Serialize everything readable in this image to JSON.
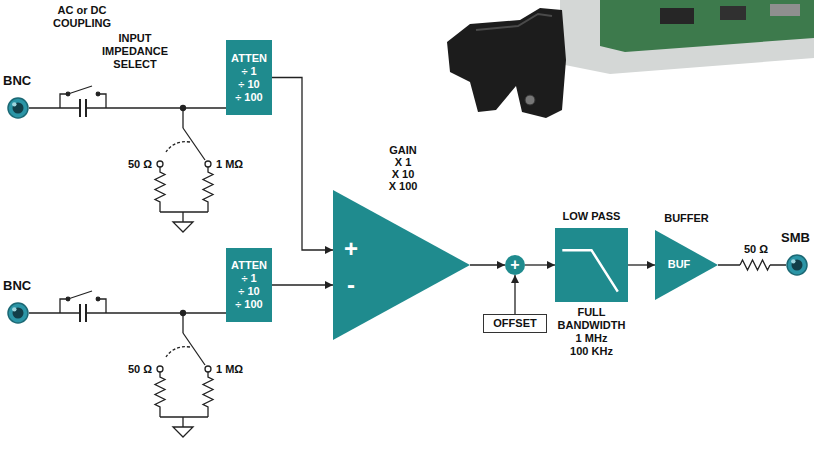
{
  "diagram": {
    "nodes": [
      {
        "text": [
          "BNC"
        ]
      },
      {
        "text": [
          "ATTEN",
          "÷ 1",
          "÷ 10",
          "÷ 100"
        ]
      },
      {
        "text": [
          "BNC"
        ]
      },
      {
        "text": [
          "ATTEN",
          "÷ 1",
          "÷ 10",
          "÷ 100"
        ]
      },
      {
        "text": [
          "GAIN",
          "X 1",
          "X 10",
          "X 100",
          "+",
          "-"
        ]
      },
      {
        "text": [
          "+"
        ]
      },
      {
        "text": [
          "OFFSET"
        ]
      },
      {
        "text": [
          "LOW PASS",
          "FULL BANDWIDTH",
          "1 MHz",
          "100 KHz"
        ]
      },
      {
        "text": [
          "BUFFER",
          "BUF"
        ]
      },
      {
        "text": [
          "SMB"
        ]
      }
    ],
    "edges": [
      {
        "from": 0,
        "to": 1,
        "arrow": "none"
      },
      {
        "from": 1,
        "to": 4,
        "arrow": "to"
      },
      {
        "from": 2,
        "to": 3,
        "arrow": "none"
      },
      {
        "from": 3,
        "to": 4,
        "arrow": "to"
      },
      {
        "from": 4,
        "to": 5,
        "arrow": "to"
      },
      {
        "from": 6,
        "to": 5,
        "arrow": "to"
      },
      {
        "from": 5,
        "to": 7,
        "arrow": "to"
      },
      {
        "from": 7,
        "to": 8,
        "arrow": "to"
      },
      {
        "from": 8,
        "to": 9,
        "arrow": "none"
      }
    ],
    "labels": [
      "AC or DC COUPLING",
      "INPUT IMPEDANCE SELECT",
      "50 Ω",
      "1 MΩ",
      "50 Ω",
      "1 MΩ",
      "50 Ω"
    ]
  }
}
